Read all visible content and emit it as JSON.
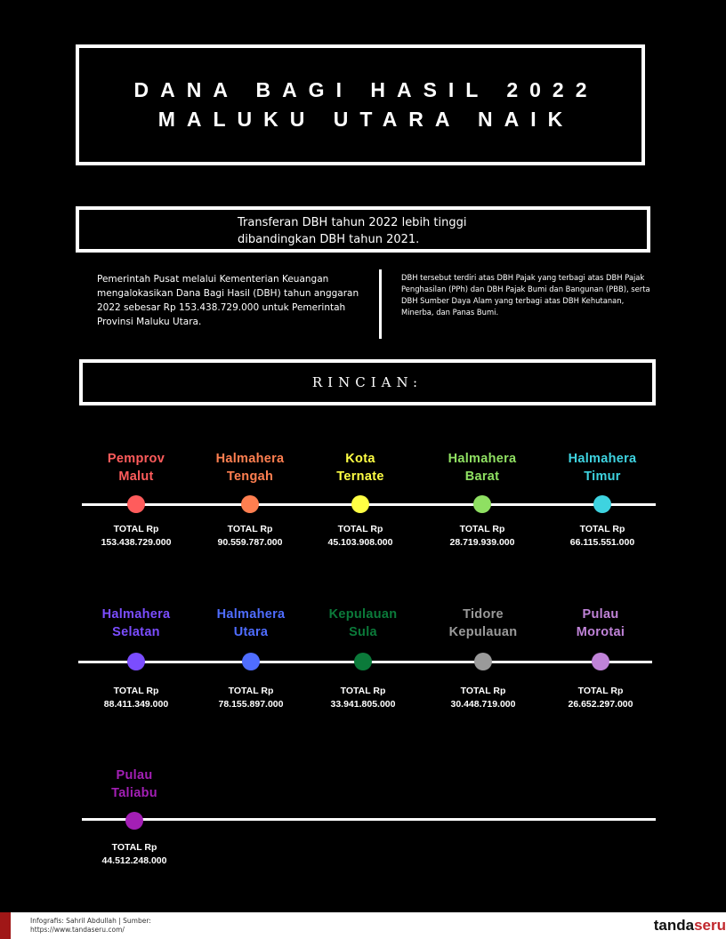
{
  "header": {
    "title_line1": "DANA BAGI HASIL 2022",
    "title_line2": "MALUKU UTARA NAIK"
  },
  "subtitle": {
    "line1": "Transferan DBH tahun 2022 lebih tinggi",
    "line2": "dibandingkan DBH tahun 2021."
  },
  "intro": {
    "left": "Pemerintah Pusat melalui Kementerian Keuangan mengalokasikan Dana Bagi Hasil (DBH) tahun anggaran 2022 sebesar Rp 153.438.729.000 untuk Pemerintah Provinsi Maluku Utara.",
    "right": "DBH tersebut terdiri atas DBH Pajak yang terbagi atas DBH Pajak Penghasilan (PPh) dan DBH Pajak Bumi dan Bangunan (PBB), serta DBH Sumber Daya Alam yang terbagi atas DBH Kehutanan, Minerba, dan Panas Bumi."
  },
  "section": {
    "label": "RINCIAN:"
  },
  "total_label": "TOTAL Rp",
  "rows": [
    [
      {
        "name1": "Pemprov",
        "name2": "Malut",
        "value": "153.438.729.000",
        "color": "#ff5c5c"
      },
      {
        "name1": "Halmahera",
        "name2": "Tengah",
        "value": "90.559.787.000",
        "color": "#ff7f50"
      },
      {
        "name1": "Kota",
        "name2": "Ternate",
        "value": "45.103.908.000",
        "color": "#ffff44"
      },
      {
        "name1": "Halmahera",
        "name2": "Barat",
        "value": "28.719.939.000",
        "color": "#8fe062"
      },
      {
        "name1": "Halmahera",
        "name2": "Timur",
        "value": "66.115.551.000",
        "color": "#3ed3e0"
      }
    ],
    [
      {
        "name1": "Halmahera",
        "name2": "Selatan",
        "value": "88.411.349.000",
        "color": "#7b4dff"
      },
      {
        "name1": "Halmahera",
        "name2": "Utara",
        "value": "78.155.897.000",
        "color": "#4f6dff"
      },
      {
        "name1": "Kepulauan",
        "name2": "Sula",
        "value": "33.941.805.000",
        "color": "#0b7a3a"
      },
      {
        "name1": "Tidore",
        "name2": "Kepulauan",
        "value": "30.448.719.000",
        "color": "#9a9a9a"
      },
      {
        "name1": "Pulau",
        "name2": "Morotai",
        "value": "26.652.297.000",
        "color": "#c083d8"
      }
    ],
    [
      {
        "name1": "Pulau",
        "name2": "Taliabu",
        "value": "44.512.248.000",
        "color": "#a31fb5"
      }
    ]
  ],
  "footer": {
    "credit_line1": "Infografis: Sahril Abdullah | Sumber:",
    "credit_line2": "https://www.tandaseru.com/",
    "logo_main": "tanda",
    "logo_accent": "seru"
  }
}
